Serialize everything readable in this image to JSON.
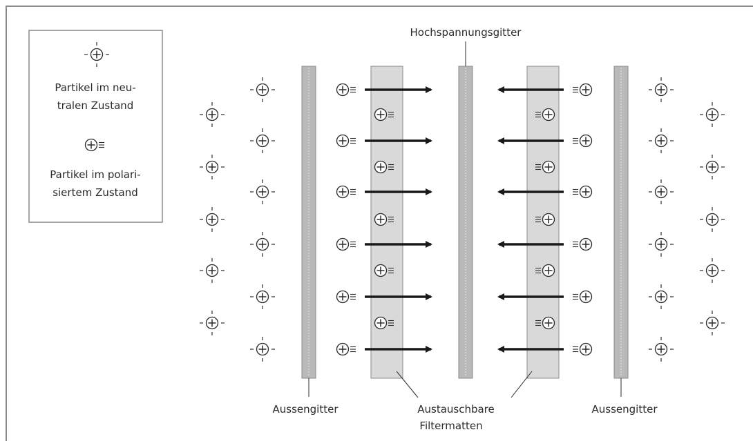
{
  "legend": {
    "neutral_line1": "Partikel im neu-",
    "neutral_line2": "tralen Zustand",
    "polarized_line1": "Partikel im polari-",
    "polarized_line2": "siertem Zustand"
  },
  "labels": {
    "high_voltage_grid": "Hochspannungsgitter",
    "outer_grid_left": "Aussengitter",
    "outer_grid_right": "Aussengitter",
    "filter_mats_line1": "Austauschbare",
    "filter_mats_line2": "Filtermatten"
  },
  "colors": {
    "line": "#2a2a2a",
    "grid_fill": "#b9b9b9",
    "mat_fill": "#d9d9d9",
    "frame": "#8a8a8a"
  }
}
